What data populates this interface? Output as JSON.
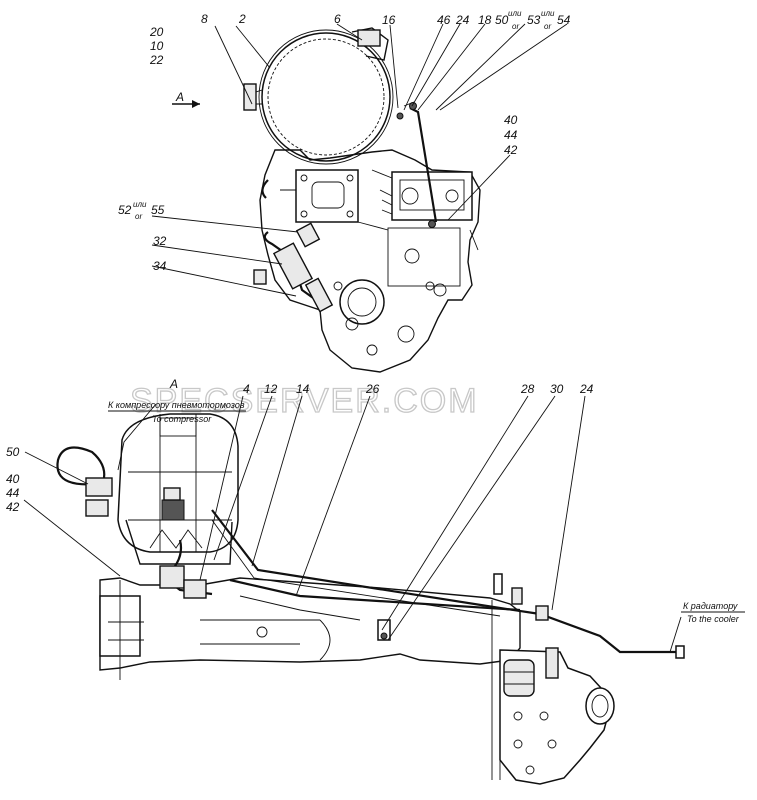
{
  "watermark": "SPECSERVER.COM",
  "view_a": {
    "arrow_label": "A",
    "callouts": {
      "c8": "8",
      "c2": "2",
      "c6": "6",
      "c16": "16",
      "c46": "46",
      "c24": "24",
      "c18": "18",
      "c50": "50",
      "ili_50": "или",
      "or_50": "or",
      "c53": "53",
      "ili_53": "или",
      "or_53": "or",
      "c54": "54",
      "c20": "20",
      "c10": "10",
      "c22": "22",
      "c40": "40",
      "c44": "44",
      "c42": "42",
      "c52": "52",
      "ili_52": "или",
      "or_52": "or",
      "c55": "55",
      "c32": "32",
      "c34": "34"
    }
  },
  "lower_view": {
    "title": "A",
    "compressor_ru": "К компрессору пневмотормозов",
    "compressor_en": "To compressor",
    "radiator_ru": "К радиатору",
    "radiator_en": "To the cooler",
    "callouts": {
      "c4": "4",
      "c12": "12",
      "c14": "14",
      "c26": "26",
      "c28": "28",
      "c30": "30",
      "c24": "24",
      "c50": "50",
      "c40": "40",
      "c44": "44",
      "c42": "42"
    }
  }
}
